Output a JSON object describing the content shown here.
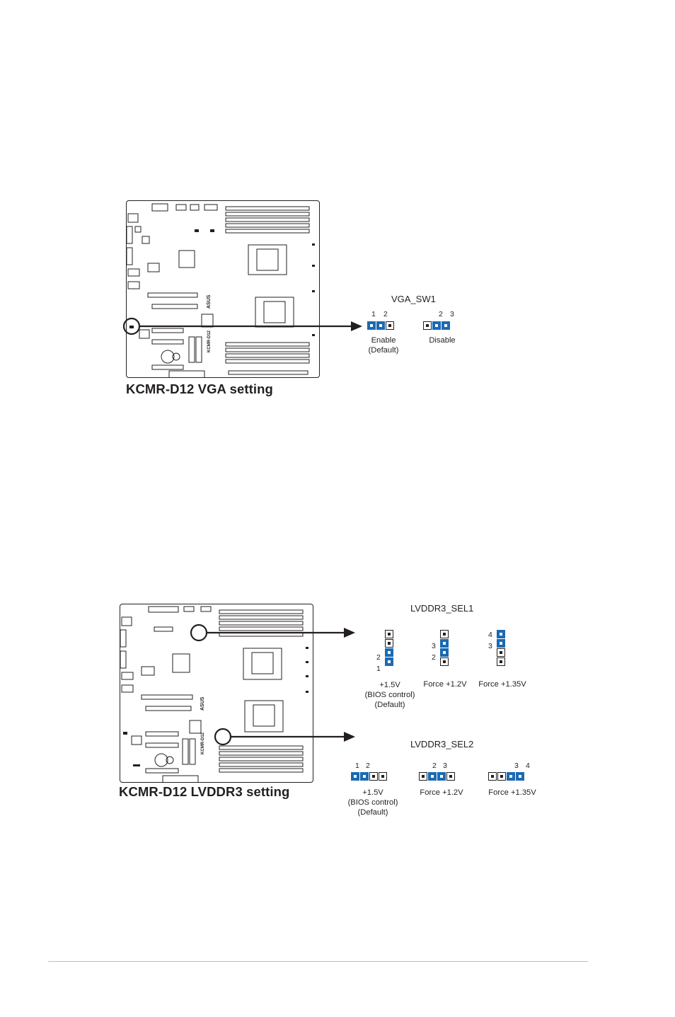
{
  "vga": {
    "caption": "KCMR-D12 VGA setting",
    "jumper_title": "VGA_SW1",
    "enable": {
      "pins": [
        "1",
        "2"
      ],
      "label_line1": "Enable",
      "label_line2": "(Default)"
    },
    "disable": {
      "pins": [
        "2",
        "3"
      ],
      "label": "Disable"
    },
    "board_model": "KCMR-D12",
    "board_brand": "ASUS"
  },
  "lvddr3": {
    "caption": "KCMR-D12 LVDDR3 setting",
    "sel1": {
      "title": "LVDDR3_SEL1",
      "opt_a": {
        "pins": [
          "2",
          "1"
        ],
        "label_line1": "+1.5V",
        "label_line2": "(BIOS control)",
        "label_line3": "(Default)"
      },
      "opt_b": {
        "pins": [
          "3",
          "2"
        ],
        "label": "Force +1.2V"
      },
      "opt_c": {
        "pins": [
          "4",
          "3"
        ],
        "label": "Force +1.35V"
      }
    },
    "sel2": {
      "title": "LVDDR3_SEL2",
      "opt_a": {
        "pins": [
          "1",
          "2"
        ],
        "label_line1": "+1.5V",
        "label_line2": "(BIOS control)",
        "label_line3": "(Default)"
      },
      "opt_b": {
        "pins": [
          "2",
          "3"
        ],
        "label": "Force +1.2V"
      },
      "opt_c": {
        "pins": [
          "3",
          "4"
        ],
        "label": "Force +1.35V"
      }
    },
    "board_model": "KCMR-D12",
    "board_brand": "ASUS"
  },
  "colors": {
    "jumper_on": "#1b6ab3",
    "line": "#231f20"
  }
}
